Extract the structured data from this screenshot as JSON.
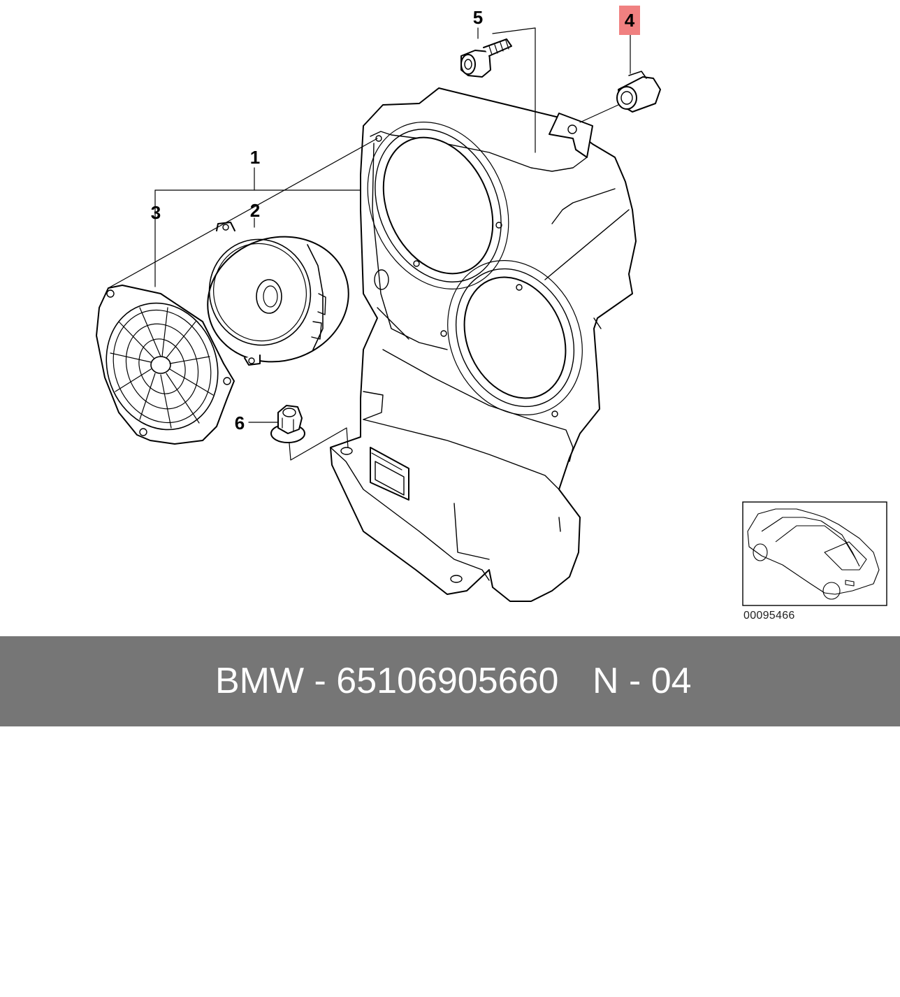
{
  "callouts": [
    {
      "id": "1",
      "label": "1",
      "highlighted": false
    },
    {
      "id": "2",
      "label": "2",
      "highlighted": false
    },
    {
      "id": "3",
      "label": "3",
      "highlighted": false
    },
    {
      "id": "4",
      "label": "4",
      "highlighted": true
    },
    {
      "id": "5",
      "label": "5",
      "highlighted": false
    },
    {
      "id": "6",
      "label": "6",
      "highlighted": false
    }
  ],
  "highlight_color": "#f08080",
  "reference_code": "00095466",
  "footer": {
    "part_line": "BMW - 65106905660",
    "page_line": "N - 04",
    "background_color": "#767676",
    "text_color": "#ffffff"
  }
}
